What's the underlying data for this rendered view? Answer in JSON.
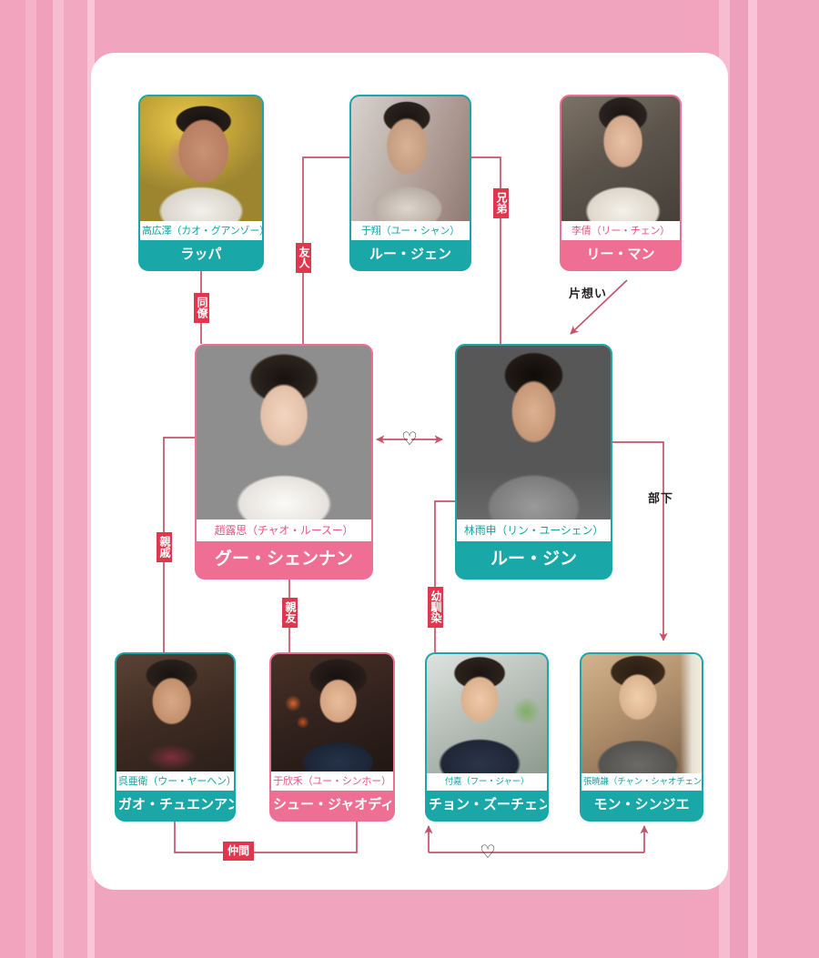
{
  "theme": {
    "background_pink": "#f2a6be",
    "panel_white": "#ffffff",
    "teal": "#1aa7a7",
    "pink": "#ef6f94",
    "label_red": "#e0374f",
    "line_red": "#c4546a",
    "actor_teal_text": "#11a3a3",
    "actor_pink_text": "#e8537f"
  },
  "characters": [
    {
      "id": "rappa",
      "actor": "高広澤（カオ・グアンゾー）",
      "role": "ラッパ",
      "color": "teal"
    },
    {
      "id": "lu-zhen",
      "actor": "于翔（ユー・シャン）",
      "role": "ルー・ジェン",
      "color": "teal"
    },
    {
      "id": "li-man",
      "actor": "李倩（リー・チェン）",
      "role": "リー・マン",
      "color": "pink"
    },
    {
      "id": "gu-shengnan",
      "actor": "趙露思（チャオ・ルースー）",
      "role": "グー・シェンナン",
      "color": "pink"
    },
    {
      "id": "lu-jin",
      "actor": "林雨申（リン・ユーシェン）",
      "role": "ルー・ジン",
      "color": "teal"
    },
    {
      "id": "gao-chuanan",
      "actor": "呉亜衛（ウー・ヤーヘン）",
      "role": "ガオ・チュエンアン",
      "color": "teal"
    },
    {
      "id": "xu-jiaodi",
      "actor": "于欣禾（ユー・シンホー）",
      "role": "シュー・ジャオディ",
      "color": "pink"
    },
    {
      "id": "qiong-zuchen",
      "actor": "付嘉（フー・ジャー）",
      "role": "チョン・ズーチェン",
      "color": "teal"
    },
    {
      "id": "meng-xinjie",
      "actor": "張暁謙（チャン・シャオチェン）",
      "role": "モン・シンジエ",
      "color": "teal"
    }
  ],
  "relations": [
    {
      "id": "douryou",
      "label": "同僚",
      "style": "chip-vertical",
      "from": "rappa",
      "to": "gu-shengnan"
    },
    {
      "id": "yuujin",
      "label": "友人",
      "style": "chip-vertical",
      "from": "lu-zhen",
      "to": "gu-shengnan"
    },
    {
      "id": "kyoudai",
      "label": "兄弟",
      "style": "chip-vertical",
      "from": "lu-zhen",
      "to": "lu-jin"
    },
    {
      "id": "kataomoi",
      "label": "片想い",
      "style": "plain-arrow",
      "from": "li-man",
      "to": "lu-jin"
    },
    {
      "id": "shinseki",
      "label": "親戚",
      "style": "chip-vertical",
      "from": "gu-shengnan",
      "to": "gao-chuanan"
    },
    {
      "id": "shinyuu",
      "label": "親友",
      "style": "chip-vertical",
      "from": "gu-shengnan",
      "to": "xu-jiaodi"
    },
    {
      "id": "osananajimi",
      "label": "幼馴染",
      "style": "chip-vertical",
      "from": "lu-jin",
      "to": "qiong-zuchen"
    },
    {
      "id": "buka",
      "label": "部下",
      "style": "plain-arrow",
      "from": "lu-jin",
      "to": "meng-xinjie"
    },
    {
      "id": "nakama",
      "label": "仲間",
      "style": "chip-horizontal",
      "from": "gao-chuanan",
      "to": "xu-jiaodi"
    },
    {
      "id": "love-main",
      "label": "♡",
      "style": "heart",
      "from": "gu-shengnan",
      "to": "lu-jin"
    },
    {
      "id": "love-bottom",
      "label": "♡",
      "style": "heart",
      "from": "qiong-zuchen",
      "to": "meng-xinjie"
    }
  ]
}
